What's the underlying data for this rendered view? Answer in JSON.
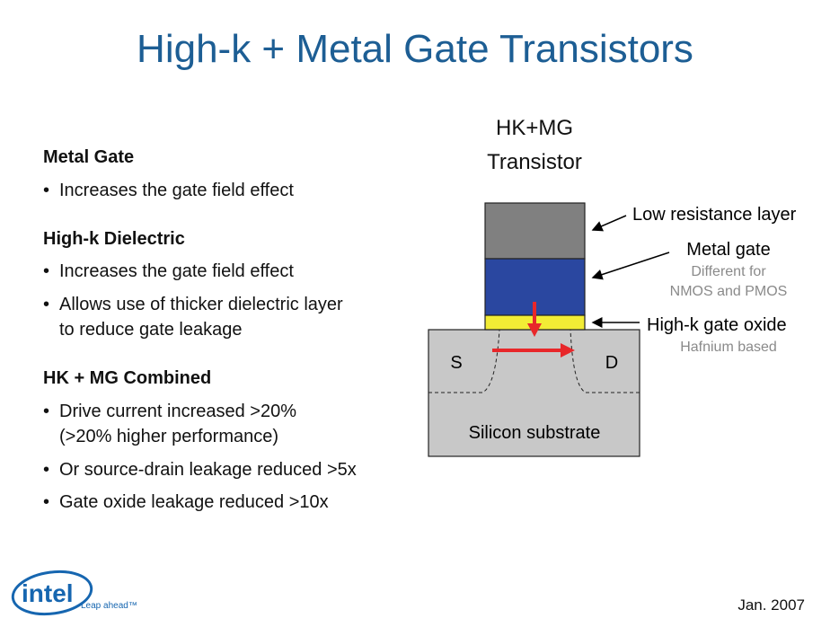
{
  "title": "High-k + Metal Gate Transistors",
  "sections": [
    {
      "heading": "Metal Gate",
      "bullets": [
        [
          "Increases the gate field effect"
        ]
      ]
    },
    {
      "heading": "High-k Dielectric",
      "bullets": [
        [
          "Increases the gate field effect"
        ],
        [
          "Allows use of thicker dielectric layer",
          "to reduce gate leakage"
        ]
      ]
    },
    {
      "heading": "HK + MG Combined",
      "bullets": [
        [
          "Drive current increased >20%",
          "(>20% higher performance)"
        ],
        [
          "Or source-drain leakage reduced >5x"
        ],
        [
          "Gate oxide leakage reduced >10x"
        ]
      ]
    }
  ],
  "diagram": {
    "title_line1": "HK+MG",
    "title_line2": "Transistor",
    "low_resistance": "Low resistance layer",
    "metal_gate": "Metal gate",
    "metal_gate_note1": "Different for",
    "metal_gate_note2": "NMOS and PMOS",
    "oxide": "High-k gate oxide",
    "oxide_note": "Hafnium based",
    "source": "S",
    "drain": "D",
    "substrate": "Silicon substrate",
    "colors": {
      "low_resistance": "#808080",
      "metal_gate": "#2a47a0",
      "oxide": "#f2ec35",
      "substrate": "#c8c8c8",
      "arrow": "#e8272a"
    }
  },
  "logo": {
    "brand": "intel",
    "tagline": "Leap ahead™"
  },
  "date": "Jan. 2007"
}
